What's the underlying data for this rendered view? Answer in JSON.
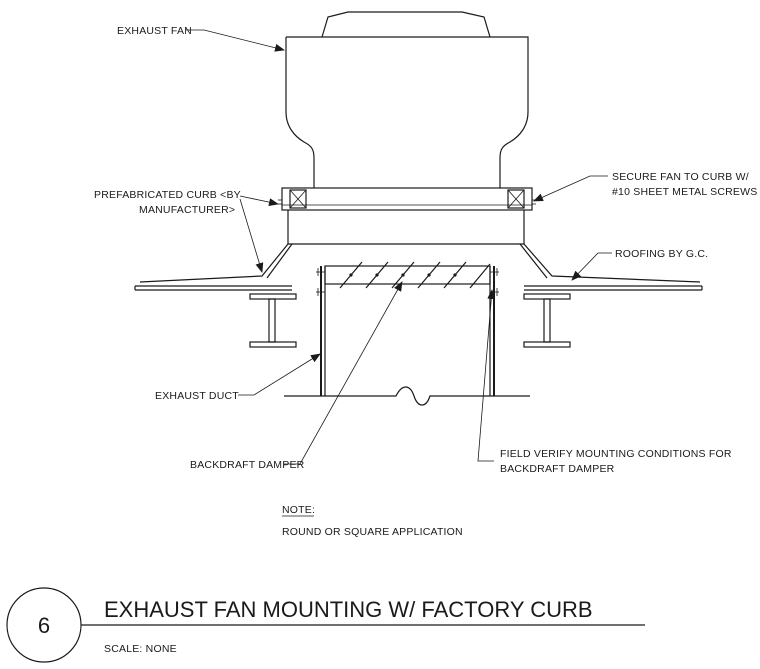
{
  "labels": {
    "exhaust_fan": "EXHAUST FAN",
    "secure_fan_1": "SECURE FAN TO CURB W/",
    "secure_fan_2": "#10 SHEET METAL SCREWS",
    "prefab_curb_1": "PREFABRICATED CURB <BY",
    "prefab_curb_2": "MANUFACTURER>",
    "roofing": "ROOFING BY G.C.",
    "exhaust_duct": "EXHAUST DUCT",
    "backdraft_damper": "BACKDRAFT DAMPER",
    "field_verify_1": "FIELD VERIFY MOUNTING CONDITIONS FOR",
    "field_verify_2": "BACKDRAFT DAMPER"
  },
  "note": {
    "heading": "NOTE:",
    "text": "ROUND OR SQUARE APPLICATION"
  },
  "title_block": {
    "detail_number": "6",
    "title": "EXHAUST FAN MOUNTING W/ FACTORY CURB",
    "scale": "SCALE: NONE"
  }
}
